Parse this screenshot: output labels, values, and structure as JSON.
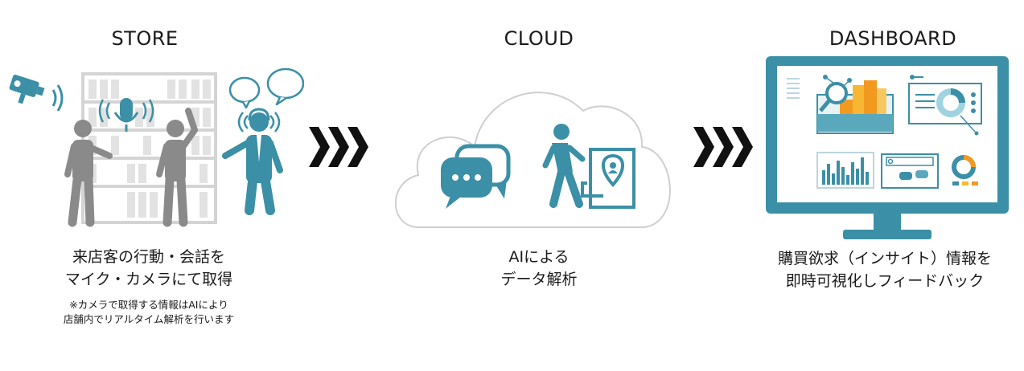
{
  "store": {
    "title": "STORE",
    "caption_line1": "来店客の行動・会話を",
    "caption_line2": "マイク・カメラにて取得",
    "note_line1": "※カメラで取得する情報はAIにより",
    "note_line2": "店舗内でリアルタイム解析を行います"
  },
  "cloud": {
    "title": "CLOUD",
    "caption_line1": "AIによる",
    "caption_line2": "データ解析"
  },
  "dashboard": {
    "title": "DASHBOARD",
    "caption_line1": "購買欲求（インサイト）情報を",
    "caption_line2": "即時可視化しフィードバック"
  },
  "colors": {
    "teal": "#3b8fa6",
    "gray": "#8a8a8a",
    "shelf": "#d4d4d4",
    "orange": "#f29a1f",
    "arrow": "#111111"
  }
}
